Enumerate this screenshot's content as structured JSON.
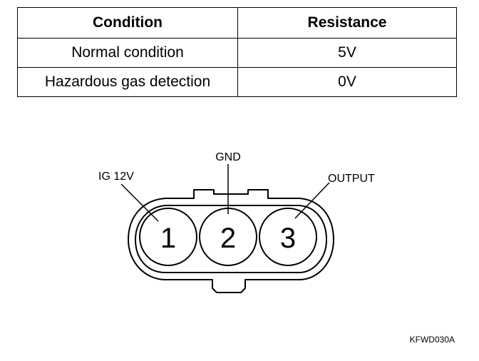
{
  "table": {
    "headers": [
      "Condition",
      "Resistance"
    ],
    "rows": [
      {
        "condition": "Normal condition",
        "value": "5V"
      },
      {
        "condition": "Hazardous gas detection",
        "value": "0V"
      }
    ]
  },
  "connector": {
    "labels": {
      "ig": "IG 12V",
      "gnd": "GND",
      "output": "OUTPUT"
    },
    "pins": [
      "1",
      "2",
      "3"
    ]
  },
  "figure_code": "KFWD030A"
}
